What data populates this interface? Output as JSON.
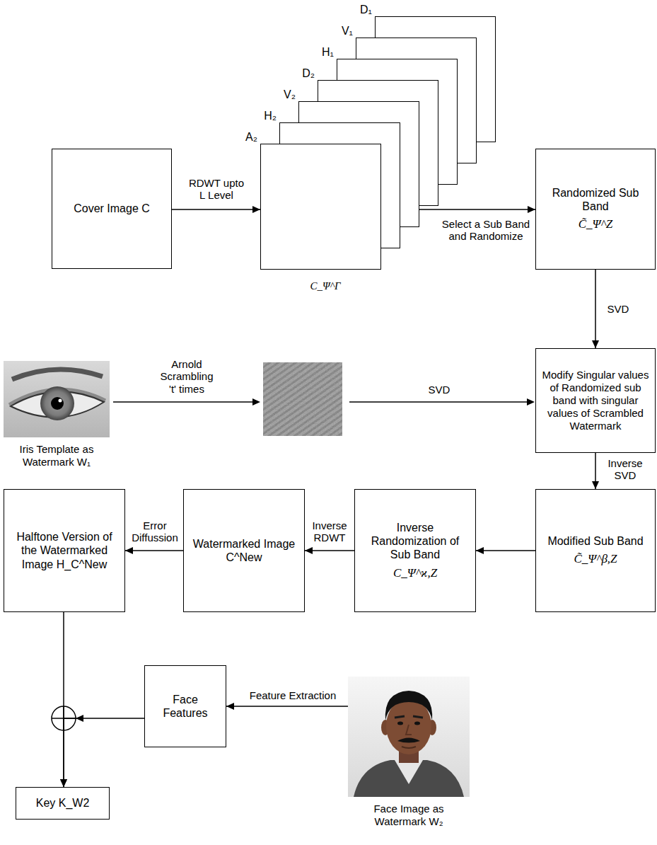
{
  "diagram": {
    "nodes": [
      {
        "text": [
          "Cover Image C"
        ]
      },
      {
        "text": [
          "A₂"
        ]
      },
      {
        "text": [
          "H₂"
        ]
      },
      {
        "text": [
          "V₂"
        ]
      },
      {
        "text": [
          "D₂"
        ]
      },
      {
        "text": [
          "H₁"
        ]
      },
      {
        "text": [
          "V₁"
        ]
      },
      {
        "text": [
          "D₁"
        ]
      },
      {
        "text": [
          "Randomized Sub Band",
          "C̃_Ψ^Z"
        ]
      },
      {
        "text": [
          "Iris Template as Watermark W₁"
        ]
      },
      {
        "text": [
          "Modify Singular values of Randomized sub band with singular values of Scrambled Watermark"
        ]
      },
      {
        "text": [
          "Modified Sub Band",
          "C̃_Ψ^β,Z"
        ]
      },
      {
        "text": [
          "Inverse Randomization of Sub Band",
          "C_Ψ^ϰ,Z"
        ]
      },
      {
        "text": [
          "Watermarked Image C^New"
        ]
      },
      {
        "text": [
          "Halftone Version of the Watermarked Image H_C^New"
        ]
      },
      {
        "text": [
          "Face Features"
        ]
      },
      {
        "text": [
          "Key K_W2"
        ]
      },
      {
        "text": [
          "Face Image as Watermark W₂"
        ]
      }
    ],
    "edges": [
      {
        "from": 0,
        "to": 1,
        "label": "RDWT upto L Level",
        "arrow": "to"
      },
      {
        "from": 1,
        "to": 8,
        "label": "Select a Sub Band and Randomize",
        "arrow": "to"
      },
      {
        "from": 8,
        "to": 10,
        "label": "SVD",
        "arrow": "to"
      },
      {
        "from": 10,
        "to": 11,
        "label": "Inverse SVD",
        "arrow": "to"
      },
      {
        "from": 11,
        "to": 12,
        "arrow": "to"
      },
      {
        "from": 12,
        "to": 13,
        "label": "Inverse RDWT",
        "arrow": "to"
      },
      {
        "from": 13,
        "to": 14,
        "label": "Error Diffussion",
        "arrow": "to"
      },
      {
        "from": 14,
        "to": 16,
        "arrow": "to"
      },
      {
        "from": 15,
        "to": 16,
        "arrow": "to"
      },
      {
        "from": 17,
        "to": 15,
        "label": "Feature Extraction",
        "arrow": "to"
      }
    ],
    "labels": [
      "C_Ψ^Γ",
      "Arnold Scrambling 't' times",
      "SVD"
    ]
  }
}
